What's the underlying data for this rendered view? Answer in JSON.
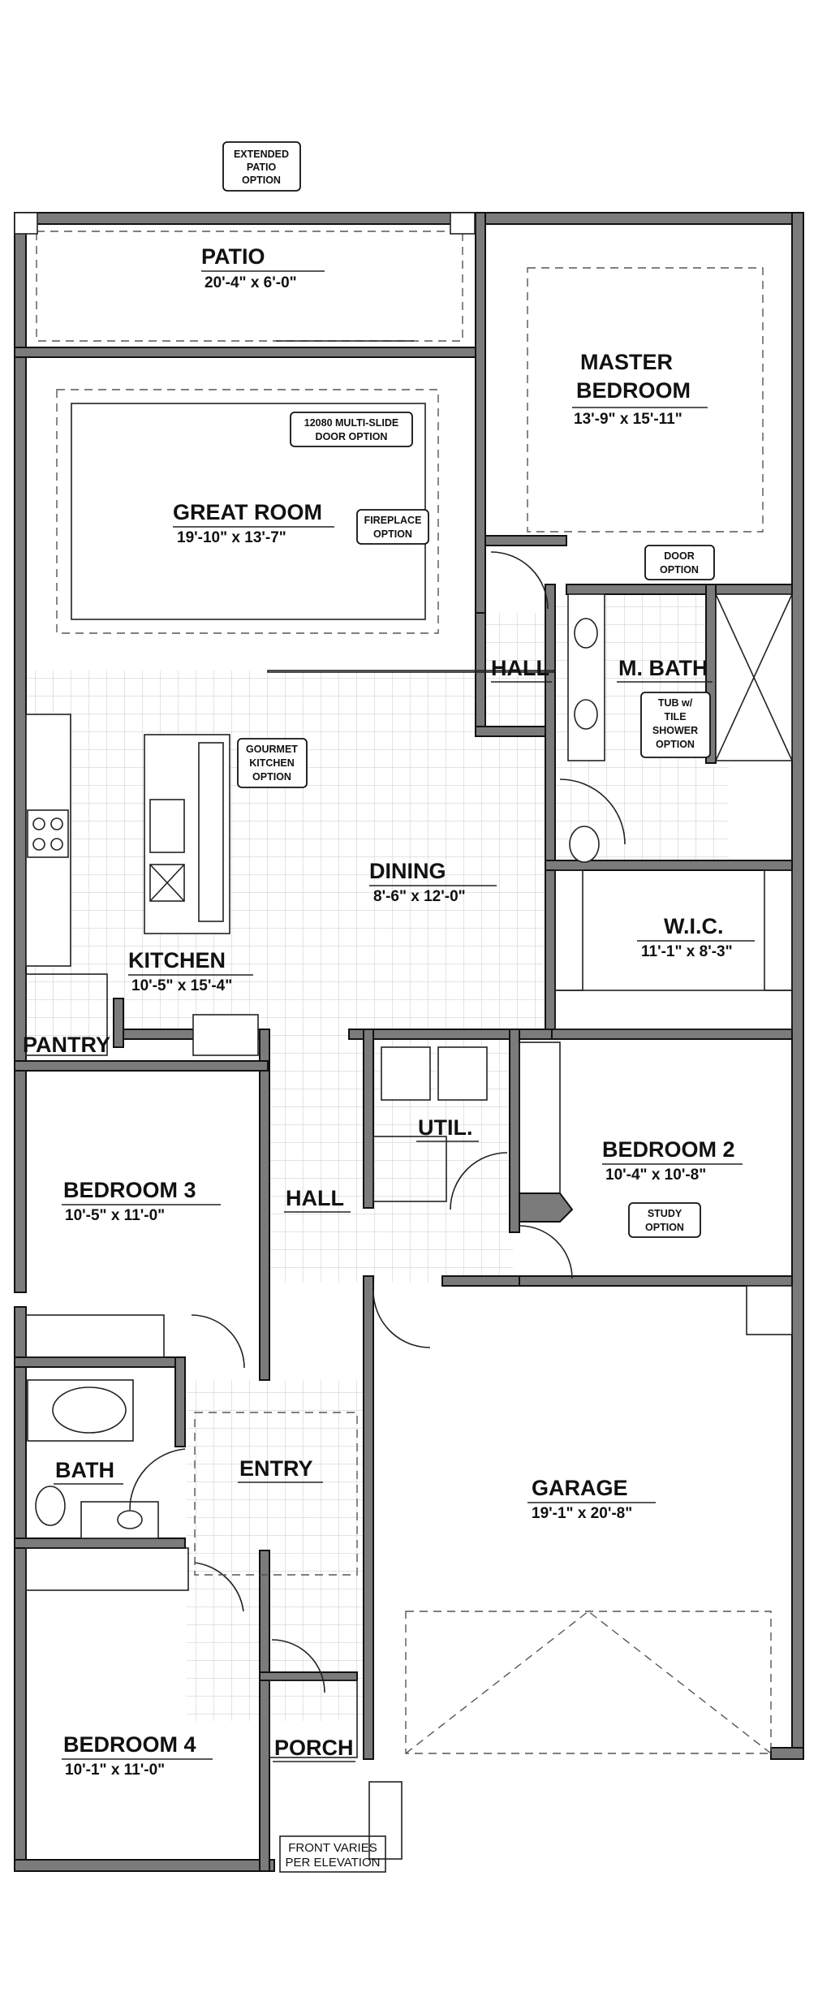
{
  "rooms": {
    "patio": {
      "name": "PATIO",
      "dims": "20'-4\" x 6'-0\""
    },
    "great_room": {
      "name": "GREAT ROOM",
      "dims": "19'-10\" x 13'-7\""
    },
    "master_bedroom": {
      "name_line1": "MASTER",
      "name_line2": "BEDROOM",
      "dims": "13'-9\" x 15'-11\""
    },
    "hall_upper": {
      "name": "HALL"
    },
    "m_bath": {
      "name": "M. BATH"
    },
    "dining": {
      "name": "DINING",
      "dims": "8'-6\" x 12'-0\""
    },
    "kitchen": {
      "name": "KITCHEN",
      "dims": "10'-5\" x 15'-4\""
    },
    "pantry": {
      "name": "PANTRY"
    },
    "wic": {
      "name": "W.I.C.",
      "dims": "11'-1\" x 8'-3\""
    },
    "util": {
      "name": "UTIL."
    },
    "bedroom2": {
      "name": "BEDROOM 2",
      "dims": "10'-4\" x 10'-8\""
    },
    "hall_lower": {
      "name": "HALL"
    },
    "bedroom3": {
      "name": "BEDROOM 3",
      "dims": "10'-5\" x 11'-0\""
    },
    "bath": {
      "name": "BATH"
    },
    "entry": {
      "name": "ENTRY"
    },
    "garage": {
      "name": "GARAGE",
      "dims": "19'-1\" x 20'-8\""
    },
    "bedroom4": {
      "name": "BEDROOM 4",
      "dims": "10'-1\" x 11'-0\""
    },
    "porch": {
      "name": "PORCH"
    }
  },
  "options": {
    "extended_patio": [
      "EXTENDED",
      "PATIO",
      "OPTION"
    ],
    "multi_slide": [
      "12080 MULTI-SLIDE",
      "DOOR OPTION"
    ],
    "fireplace": [
      "FIREPLACE",
      "OPTION"
    ],
    "door": [
      "DOOR",
      "OPTION"
    ],
    "tub_shower": [
      "TUB w/",
      "TILE",
      "SHOWER",
      "OPTION"
    ],
    "gourmet_kitchen": [
      "GOURMET",
      "KITCHEN",
      "OPTION"
    ],
    "study": [
      "STUDY",
      "OPTION"
    ]
  },
  "notes": {
    "front_varies": [
      "FRONT VARIES",
      "PER ELEVATION"
    ]
  }
}
